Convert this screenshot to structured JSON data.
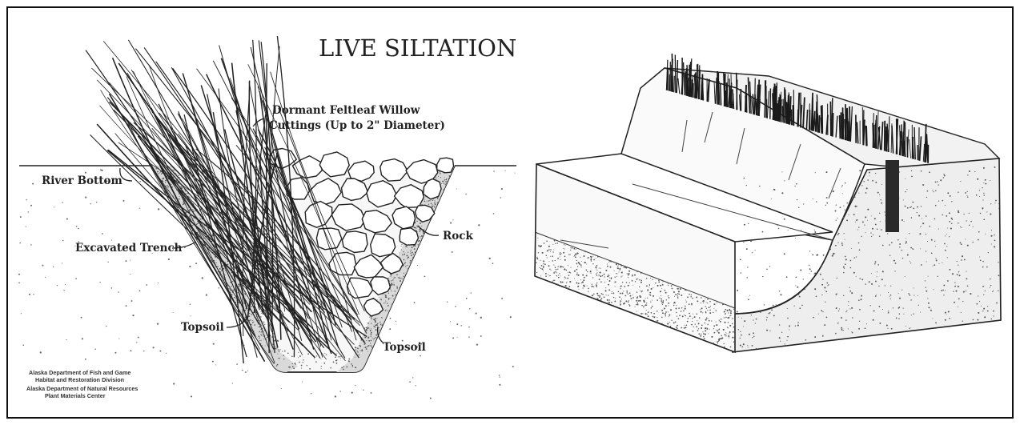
{
  "left_diagram": {
    "title": "LIVE SILTATION",
    "labels": {
      "cuttings_line1": "Dormant Feltleaf Willow",
      "cuttings_line2": "Cuttings (Up to 2\" Diameter)",
      "river_bottom": "River Bottom",
      "excavated_trench": "Excavated Trench",
      "rock": "Rock",
      "topsoil_left": "Topsoil",
      "topsoil_right": "Topsoil"
    },
    "credits": [
      "Alaska Department of Fish and Game",
      "Habitat and Restoration Division",
      "Alaska Department of Natural Resources",
      "Plant Materials Center"
    ]
  },
  "colors": {
    "ink": "#222222",
    "stipple": "#6b6b6b",
    "paper": "#ffffff"
  }
}
